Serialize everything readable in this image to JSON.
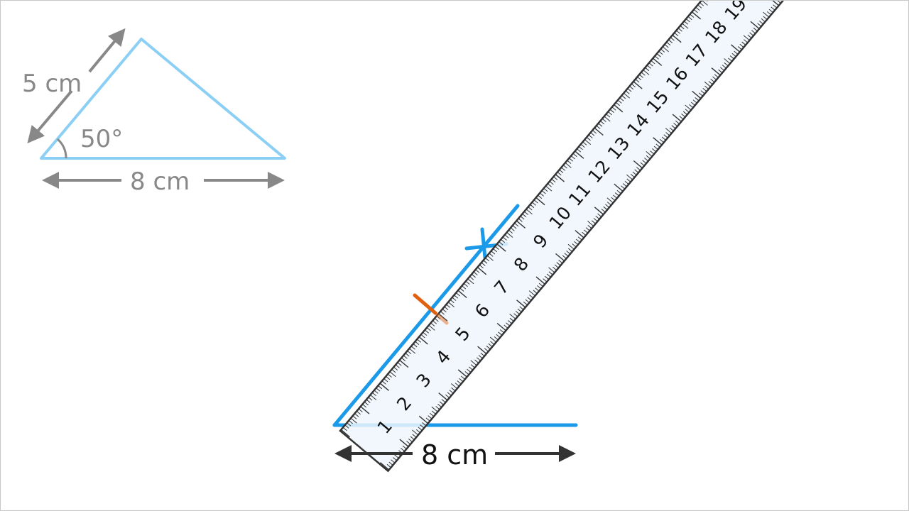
{
  "reference_triangle": {
    "side_label": "5 cm",
    "angle_label": "50°",
    "base_label": "8 cm"
  },
  "construction": {
    "base_label": "8 cm",
    "ruler_numbers": [
      "1",
      "2",
      "3",
      "4",
      "5",
      "6",
      "7",
      "8",
      "9",
      "10",
      "11",
      "12",
      "13",
      "14",
      "15",
      "16",
      "17",
      "18",
      "19"
    ],
    "marked_length_cm": 5
  },
  "colors": {
    "reference": "#8ccff5",
    "construction": "#1a9ae8",
    "mark": "#e0600f",
    "annotation_gray": "#888888",
    "annotation_dark": "#333333",
    "ruler_fill": "#eef6fb"
  }
}
